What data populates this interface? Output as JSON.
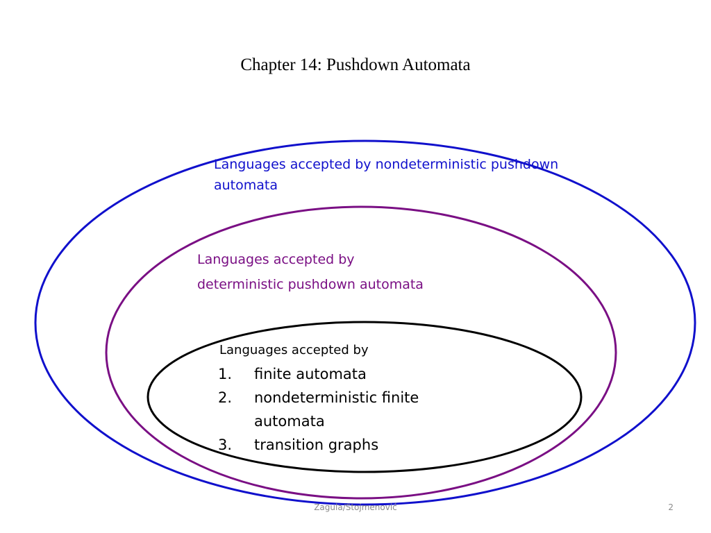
{
  "slide": {
    "title": "Chapter 14: Pushdown Automata",
    "footer_author": "Zagula/Stojmenović",
    "page_number": "2"
  },
  "colors": {
    "outer": "#1010cc",
    "middle": "#7a0f84",
    "inner": "#000000"
  },
  "diagram": {
    "outer_label_line1": "Languages accepted by nondeterministic pushdown",
    "outer_label_line2": "automata",
    "middle_label_line1": "Languages accepted by",
    "middle_label_line2": "deterministic pushdown automata",
    "inner_heading": "Languages accepted by",
    "inner_items": [
      {
        "number": "1.",
        "line1": "finite automata",
        "line2": ""
      },
      {
        "number": "2.",
        "line1": "nondeterministic finite",
        "line2": "automata"
      },
      {
        "number": "3.",
        "line1": "transition graphs",
        "line2": ""
      }
    ]
  }
}
